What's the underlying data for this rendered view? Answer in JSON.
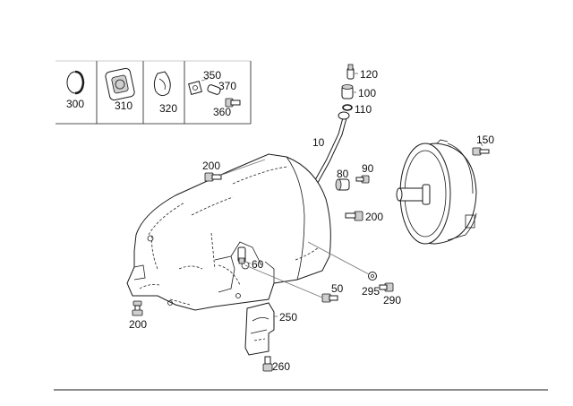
{
  "labels": {
    "l300": "300",
    "l310": "310",
    "l320": "320",
    "l350": "350",
    "l370": "370",
    "l360": "360",
    "l120": "120",
    "l100": "100",
    "l110": "110",
    "l10": "10",
    "l150": "150",
    "l200a": "200",
    "l80": "80",
    "l90": "90",
    "l200b": "200",
    "l60": "60",
    "l50": "50",
    "l295": "295",
    "l290": "290",
    "l200c": "200",
    "l250": "250",
    "l260": "260"
  }
}
